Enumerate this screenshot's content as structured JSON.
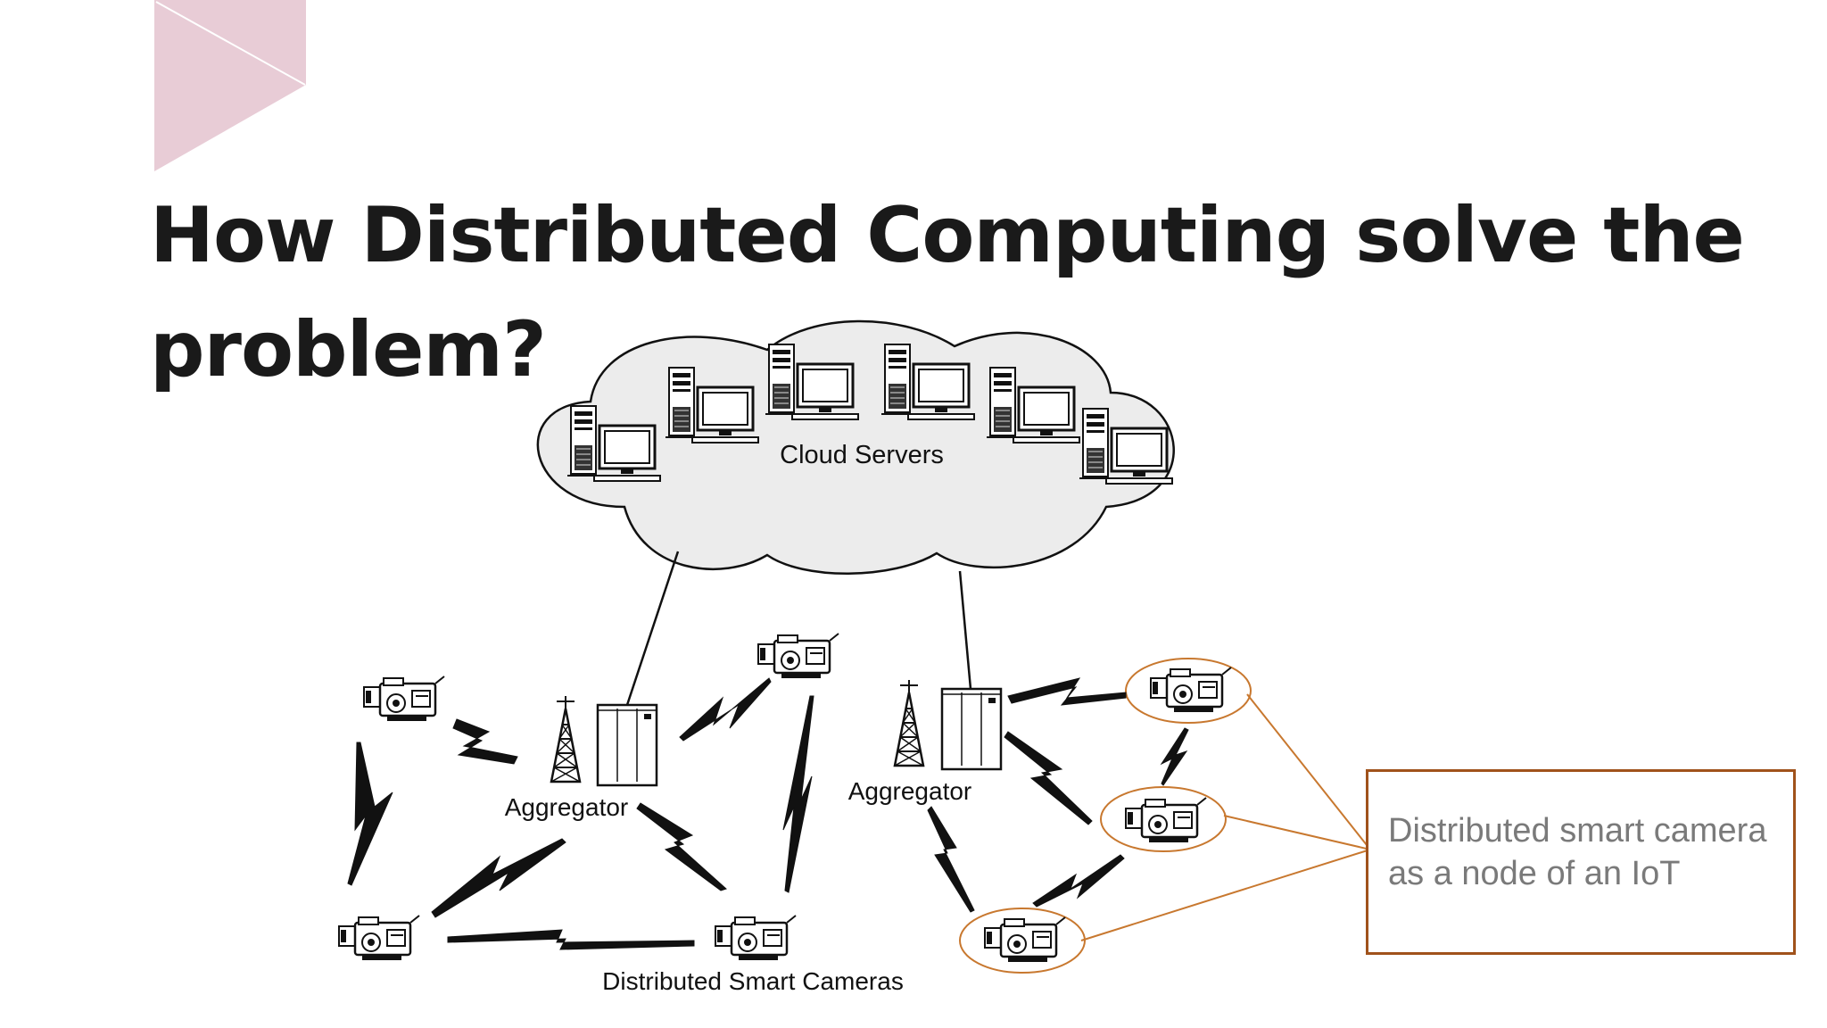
{
  "slide": {
    "title_line1": "How Distributed Computing solve the",
    "title_line2": "problem?"
  },
  "diagram": {
    "cloud_label": "Cloud Servers",
    "aggregator_left_label": "Aggregator",
    "aggregator_right_label": "Aggregator",
    "cameras_label": "Distributed Smart Cameras"
  },
  "callout": {
    "line1": "Distributed smart camera",
    "line2": "as a node of an IoT"
  },
  "colors": {
    "accent_triangle": "#e8ccd6",
    "callout_border": "#a0521b",
    "callout_leader": "#c8782f",
    "callout_text": "#7a7a7a",
    "cloud_fill": "#ececec",
    "title_text": "#1a1a1a"
  },
  "icons": [
    "desktop-computer-icon",
    "camcorder-icon",
    "radio-tower-icon",
    "server-rack-icon",
    "lightning-link-icon"
  ]
}
